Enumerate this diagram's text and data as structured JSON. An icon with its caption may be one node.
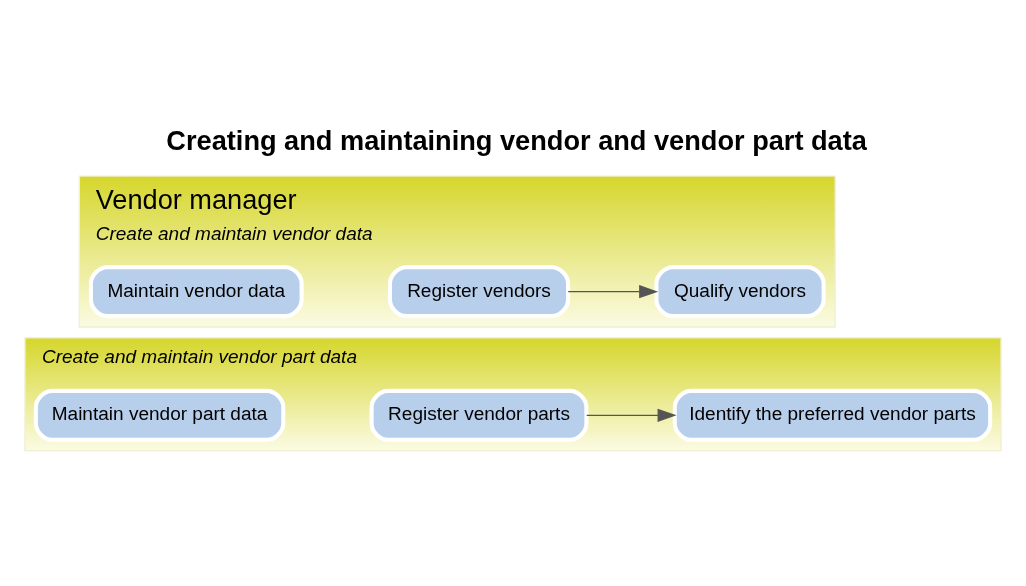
{
  "diagram": {
    "title": "Creating and maintaining vendor and vendor part data",
    "nodes": [
      {
        "text": [
          "Vendor manager",
          "Create and maintain vendor data"
        ]
      },
      {
        "text": [
          "Register vendors"
        ],
        "in": 0
      },
      {
        "text": [
          "Qualify vendors"
        ],
        "in": 0
      },
      {
        "text": [
          "Maintain vendor data"
        ],
        "in": 0
      },
      {
        "text": [
          "Create and maintain vendor part data"
        ]
      },
      {
        "text": [
          "Register vendor parts"
        ],
        "in": 4
      },
      {
        "text": [
          "Identify the preferred vendor parts"
        ],
        "in": 4
      },
      {
        "text": [
          "Maintain vendor part data"
        ],
        "in": 4
      }
    ],
    "edges": [
      {
        "from": 1,
        "to": 2,
        "arrow": "to"
      },
      {
        "from": 5,
        "to": 6,
        "arrow": "to"
      }
    ]
  }
}
